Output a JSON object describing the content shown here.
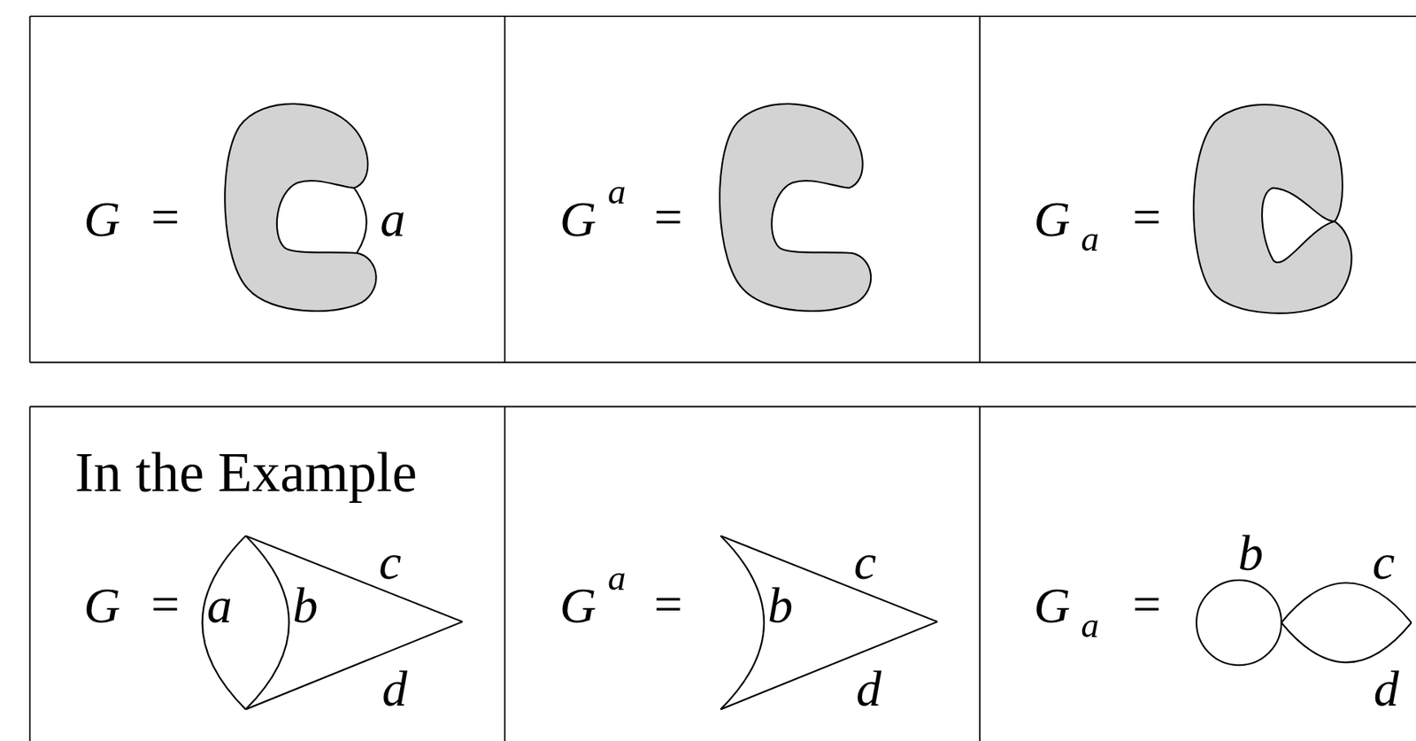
{
  "diagram": {
    "labels": [
      "G",
      "=",
      "a",
      "G",
      "a",
      "=",
      "G",
      "a",
      "=",
      "In the Example",
      "G",
      "=",
      "a",
      "b",
      "c",
      "d",
      "G",
      "a",
      "=",
      "b",
      "c",
      "d",
      "G",
      "a",
      "=",
      "b",
      "c",
      "d"
    ]
  }
}
